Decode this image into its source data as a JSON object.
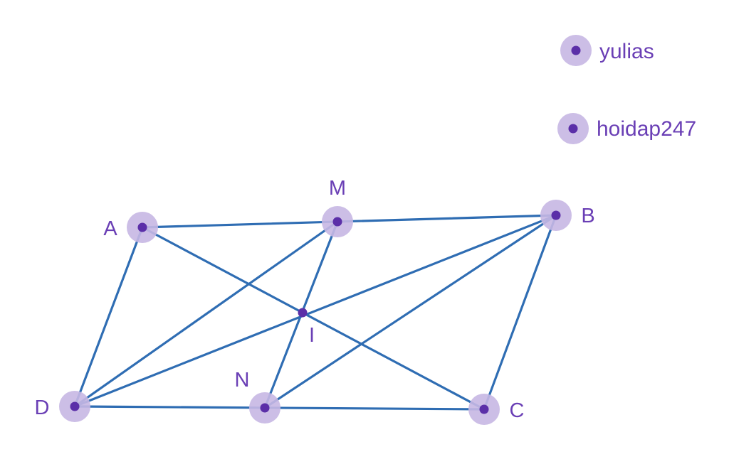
{
  "diagram": {
    "points": [
      {
        "id": "A",
        "label": "A",
        "halo": true
      },
      {
        "id": "M",
        "label": "M",
        "halo": true
      },
      {
        "id": "B",
        "label": "B",
        "halo": true
      },
      {
        "id": "I",
        "label": "I",
        "halo": false
      },
      {
        "id": "D",
        "label": "D",
        "halo": true
      },
      {
        "id": "N",
        "label": "N",
        "halo": true
      },
      {
        "id": "C",
        "label": "C",
        "halo": true
      }
    ],
    "segments": [
      [
        "A",
        "B"
      ],
      [
        "B",
        "C"
      ],
      [
        "C",
        "D"
      ],
      [
        "D",
        "A"
      ],
      [
        "A",
        "C"
      ],
      [
        "B",
        "D"
      ],
      [
        "D",
        "M"
      ],
      [
        "M",
        "N"
      ],
      [
        "N",
        "B"
      ]
    ],
    "colors": {
      "segment": "#2f6db3",
      "point": "#5b2fa8",
      "halo": "#c7b7e3",
      "label": "#6a3fb5"
    }
  },
  "legend": {
    "items": [
      {
        "label": "yulias"
      },
      {
        "label": "hoidap247"
      }
    ]
  }
}
